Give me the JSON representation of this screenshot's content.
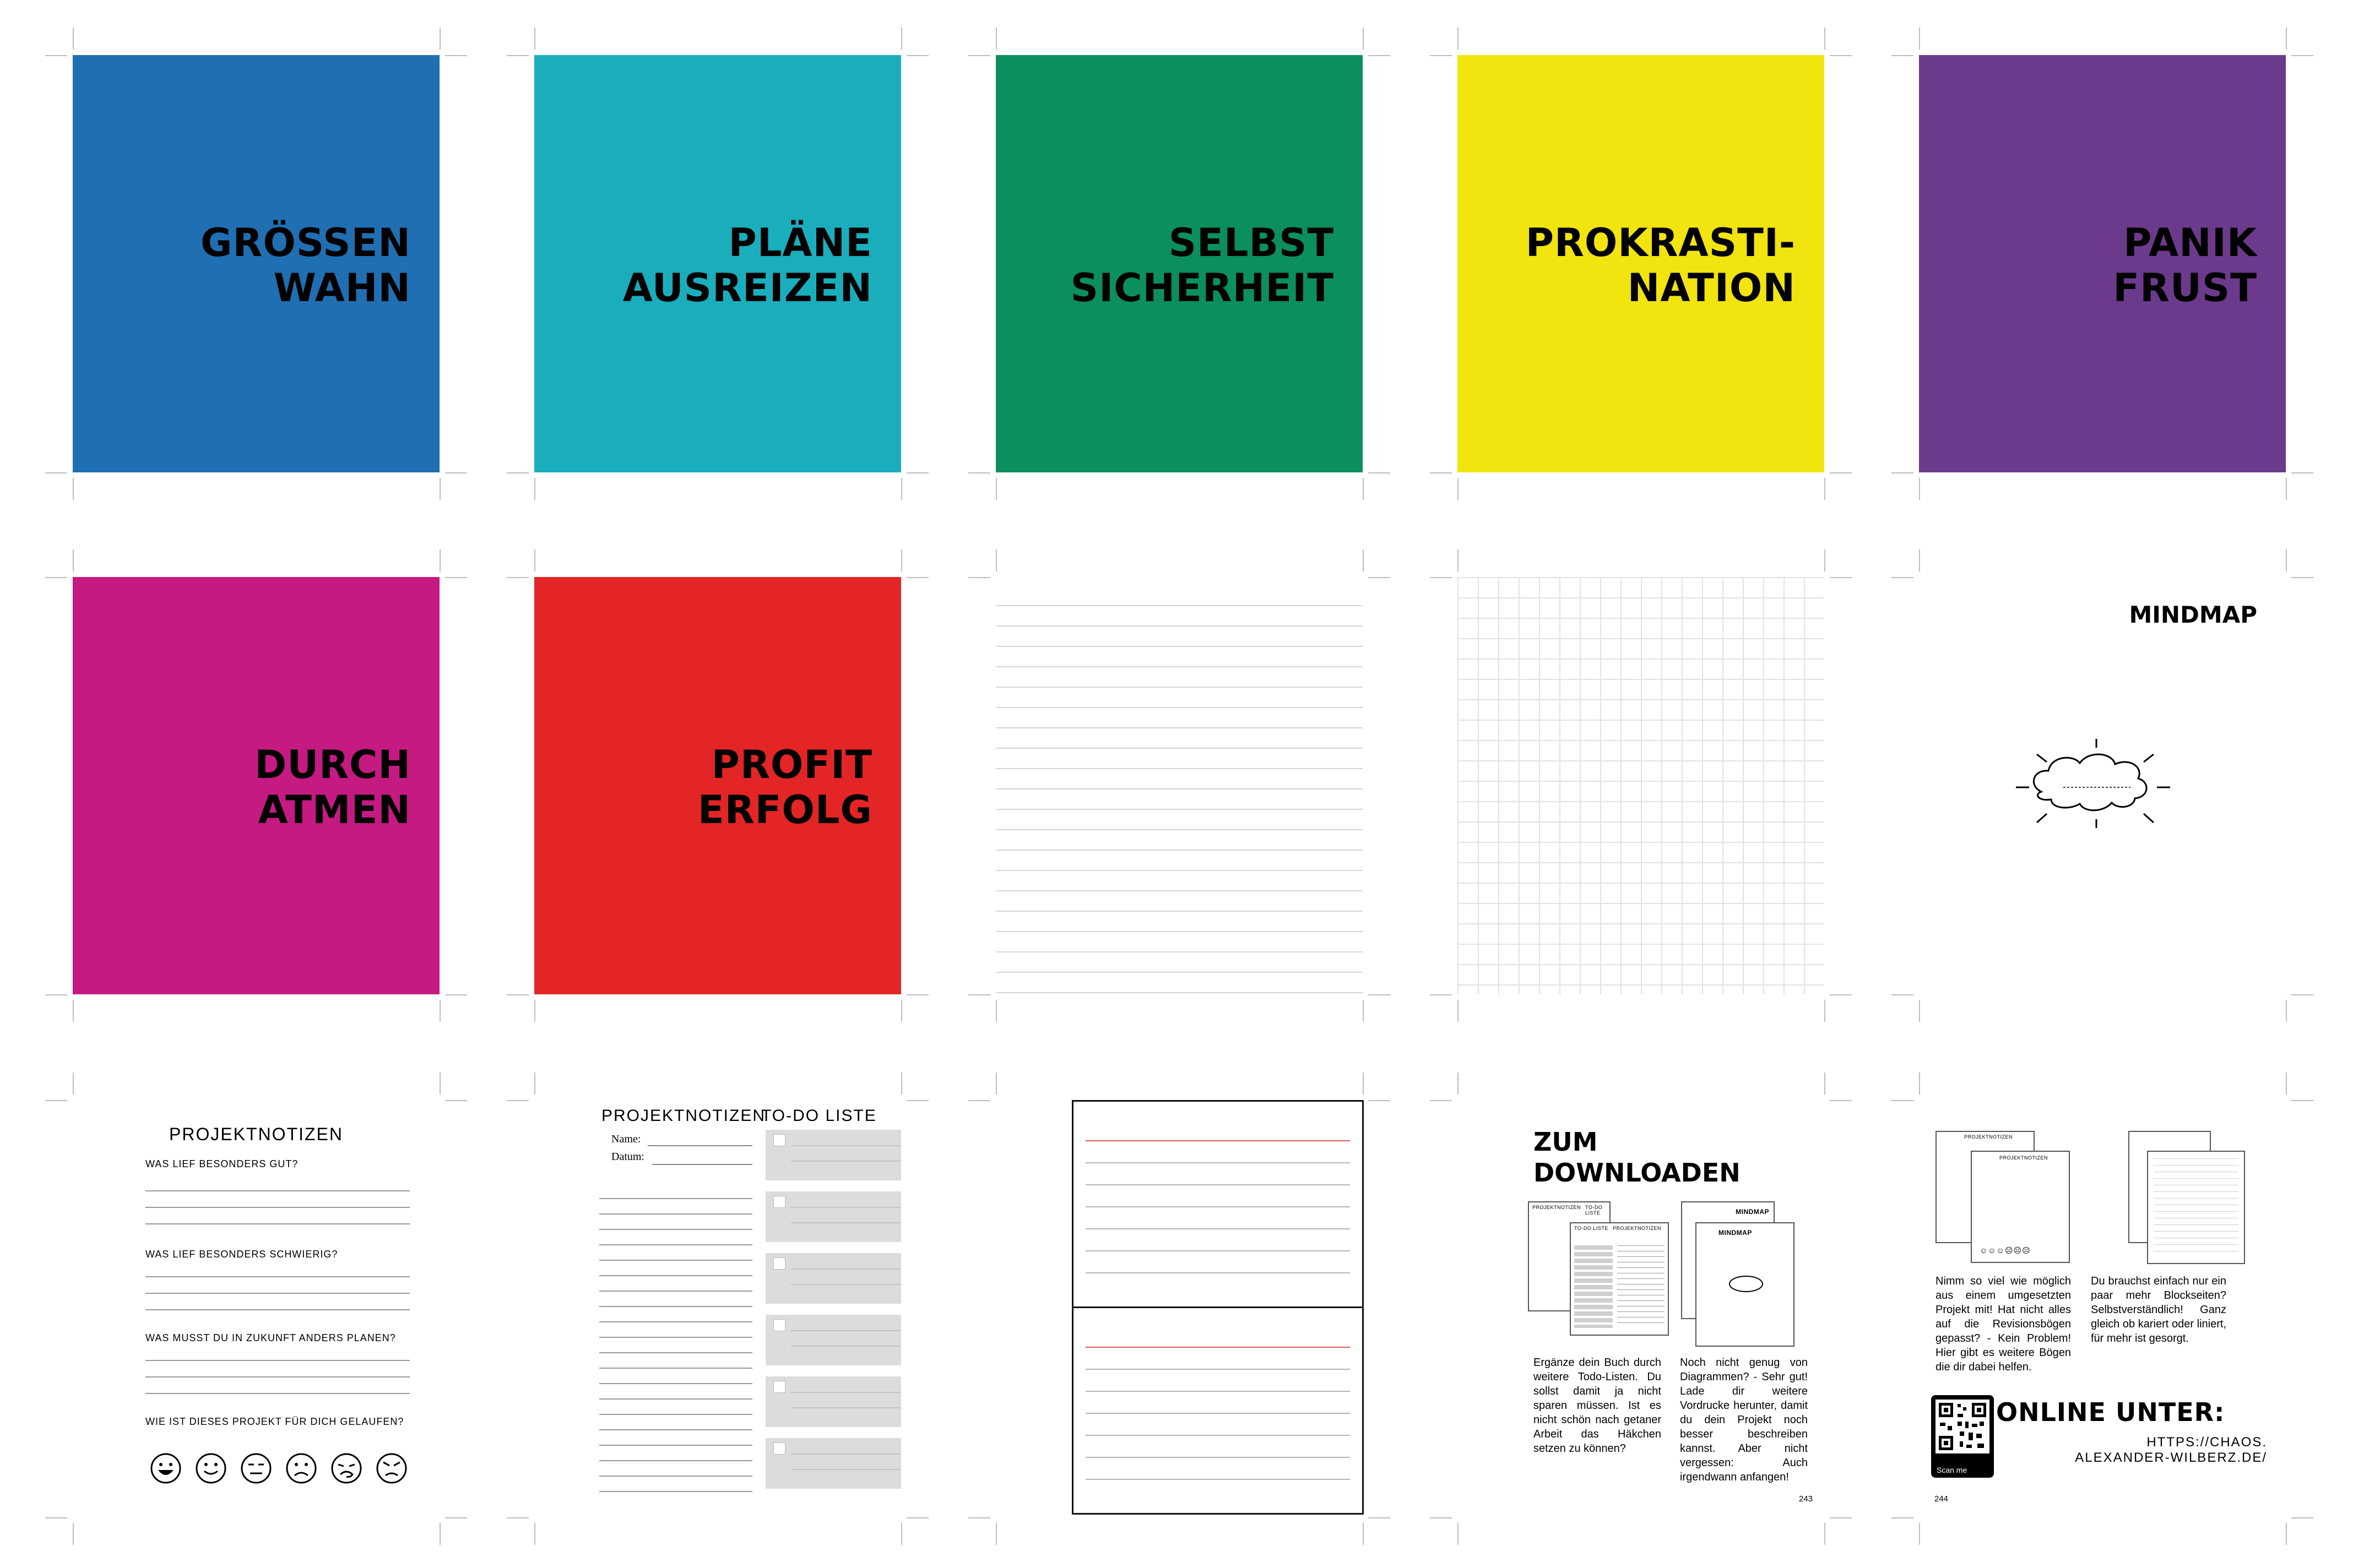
{
  "colors": {
    "blue": "#1f6fb2",
    "cyan": "#1aaebd",
    "green": "#0b8f5d",
    "yellow": "#f1e40f",
    "purple": "#6c3a8c",
    "magenta": "#c41a82",
    "red": "#e32526"
  },
  "color_pages": [
    {
      "line1": "GRÖSSEN",
      "line2": "WAHN"
    },
    {
      "line1": "PLÄNE",
      "line2": "AUSREIZEN"
    },
    {
      "line1": "SELBST",
      "line2": "SICHERHEIT"
    },
    {
      "line1": "PROKRASTI-",
      "line2": "NATION"
    },
    {
      "line1": "PANIK",
      "line2": "FRUST"
    },
    {
      "line1": "DURCH",
      "line2": "ATMEN"
    },
    {
      "line1": "PROFIT",
      "line2": "ERFOLG"
    }
  ],
  "mindmap": {
    "title": "MINDMAP"
  },
  "projektnotizen": {
    "title": "PROJEKTNOTIZEN",
    "q1": "WAS LIEF BESONDERS GUT?",
    "q2": "WAS LIEF BESONDERS SCHWIERIG?",
    "q3": "WAS MUSST DU IN ZUKUNFT ANDERS PLANEN?",
    "q4": "WIE IST DIESES PROJEKT FÜR DICH GELAUFEN?",
    "smileys": [
      "😃",
      "🙂",
      "😑",
      "🙁",
      "😩",
      "😠"
    ]
  },
  "todo": {
    "left_title": "PROJEKTNOTIZEN",
    "right_title": "TO-DO LISTE",
    "name_label": "Name:",
    "datum_label": "Datum:"
  },
  "downloads": {
    "title1": "ZUM",
    "title2": "DOWNLOADEN",
    "thumb_pn": "PROJEKTNOTIZEN",
    "thumb_todo": "TO-DO LISTE",
    "thumb_mm": "MINDMAP",
    "text_left": "Ergänze dein Buch durch weitere Todo-Listen. Du sollst damit ja nicht sparen müssen. Ist es nicht schön nach getaner Arbeit das Häkchen setzen zu können?",
    "text_right": "Noch nicht genug von Diagrammen? - Sehr gut! Lade dir weitere Vordrucke herunter, damit du dein Projekt noch besser beschreiben kannst. Aber nicht vergessen: Auch irgendwann anfangen!",
    "page_num": "243"
  },
  "online": {
    "text_left": "Nimm so viel wie möglich aus einem umgesetzten Projekt mit! Hat nicht alles auf die Revisionsbögen gepasst? - Kein Problem! Hier gibt es weitere Bögen die dir dabei helfen.",
    "text_right": "Du brauchst einfach nur ein paar mehr Blockseiten? Selbstverständlich! Ganz gleich ob kariert oder liniert, für mehr ist gesorgt.",
    "heading": "ONLINE UNTER:",
    "url1": "HTTPS://CHAOS.",
    "url2": "ALEXANDER-WILBERZ.DE/",
    "qr_label": "Scan me",
    "page_num": "244"
  }
}
